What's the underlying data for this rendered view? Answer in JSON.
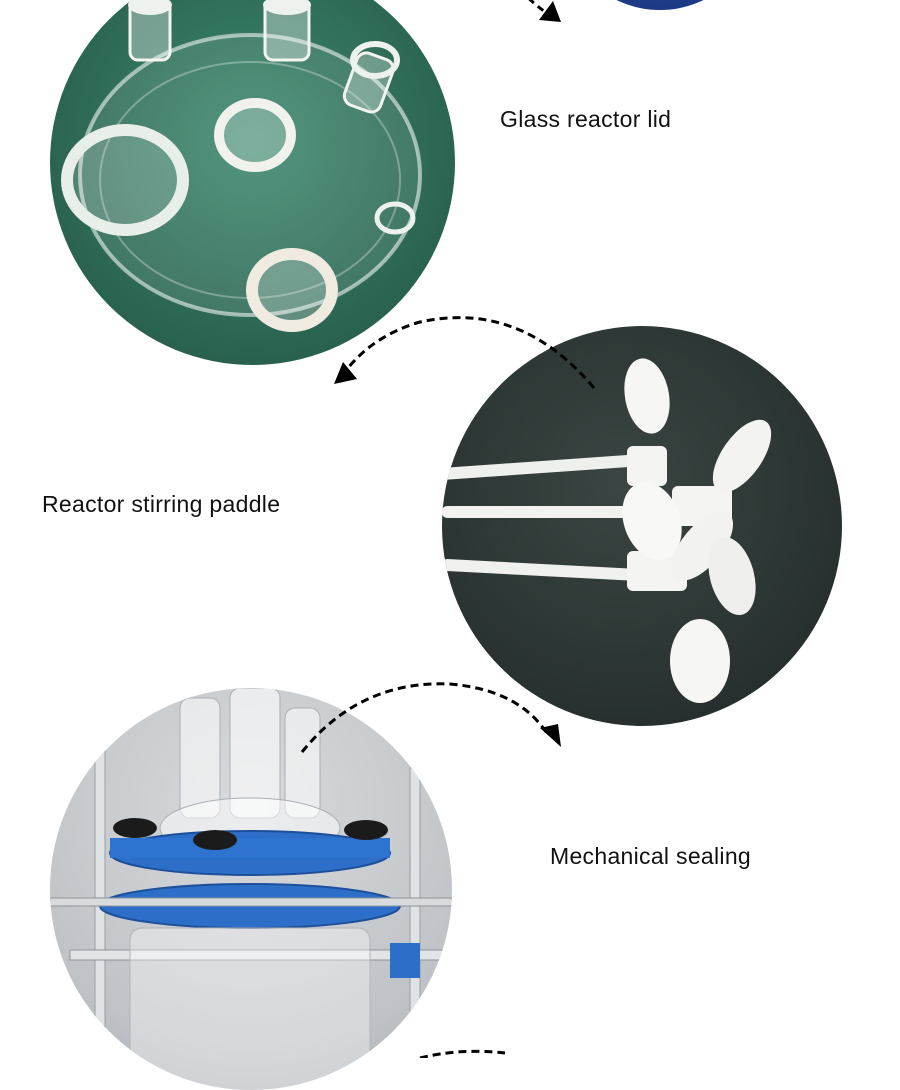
{
  "sections": [
    {
      "label": "Glass reactor lid",
      "photo": "glass-reactor-lid-photo",
      "background_color": "#2f6b57"
    },
    {
      "label": "Reactor stirring paddle",
      "photo": "stirring-paddle-photo",
      "background_color": "#2a3432"
    },
    {
      "label": "Mechanical sealing",
      "photo": "mechanical-sealing-photo",
      "background_color": "#c9ccd0",
      "accent_color": "#2d6ec9"
    }
  ],
  "top_partial_photo_color": "#1e3d8c",
  "arrow_color": "#000000"
}
